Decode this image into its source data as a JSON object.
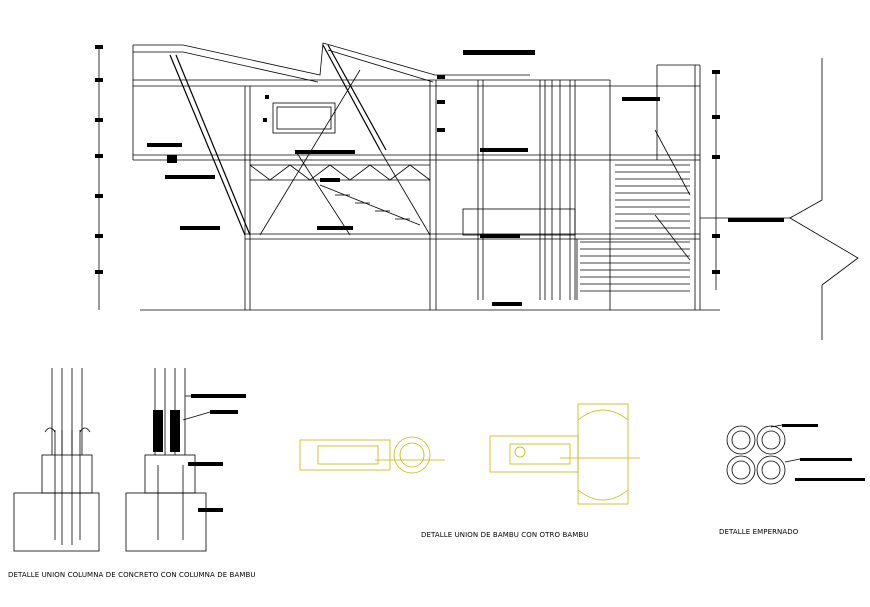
{
  "captions": {
    "concrete_bamboo_joint": "DETALLE UNION COLUMNA DE CONCRETO CON COLUMNA DE BAMBU",
    "bamboo_bamboo_joint": "DETALLE UNION DE BAMBU CON OTRO BAMBU",
    "bolted_detail": "DETALLE EMPERNADO"
  },
  "colors": {
    "line": "#000000",
    "detail_line": "#c8b400",
    "label_fill": "#000000"
  }
}
